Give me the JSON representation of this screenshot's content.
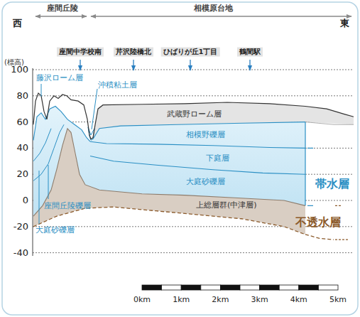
{
  "diagram": {
    "labels": [
      "座間丘陵",
      "相模原台地",
      "西",
      "東",
      "座間中学校南",
      "芹沢陸橋北",
      "ひばりが丘1丁目",
      "鶴間駅",
      "(標高)",
      "100",
      "80",
      "60",
      "40",
      "20",
      "0",
      "-20",
      "-40",
      "藤沢ローム層",
      "沖積粘土層",
      "武蔵野ローム層",
      "相模野礫層",
      "下庭層",
      "大庭砂礫層",
      "上総層群(中津層)",
      "座間丘陵礫層",
      "大庭砂礫層",
      "帯水層",
      "不透水層",
      "0km",
      "1km",
      "2km",
      "3km",
      "4km",
      "5km"
    ]
  }
}
